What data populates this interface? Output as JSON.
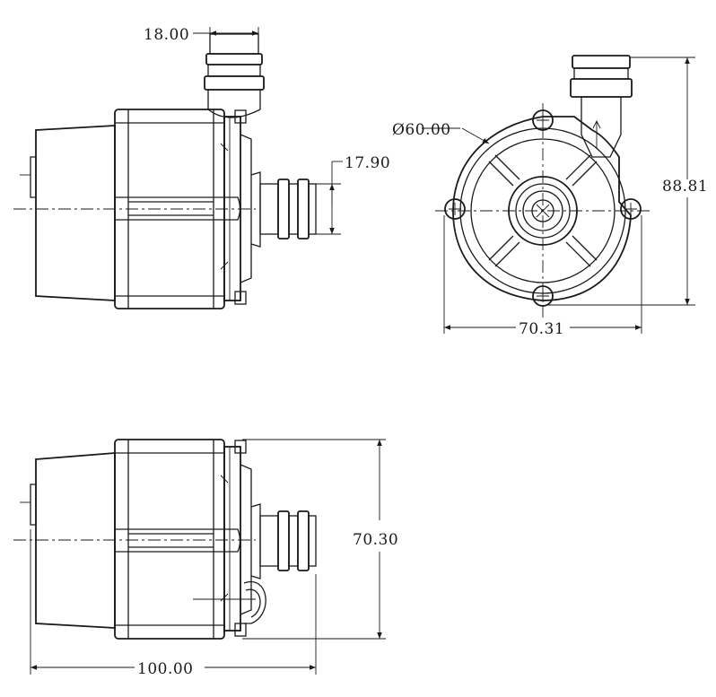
{
  "dimensions": {
    "outlet_length": "18.00",
    "inlet_diameter": "17.90",
    "body_diameter": "Ø60.00",
    "overall_height": "88.81",
    "overall_width": "70.31",
    "side_height": "70.30",
    "overall_length": "100.00"
  }
}
